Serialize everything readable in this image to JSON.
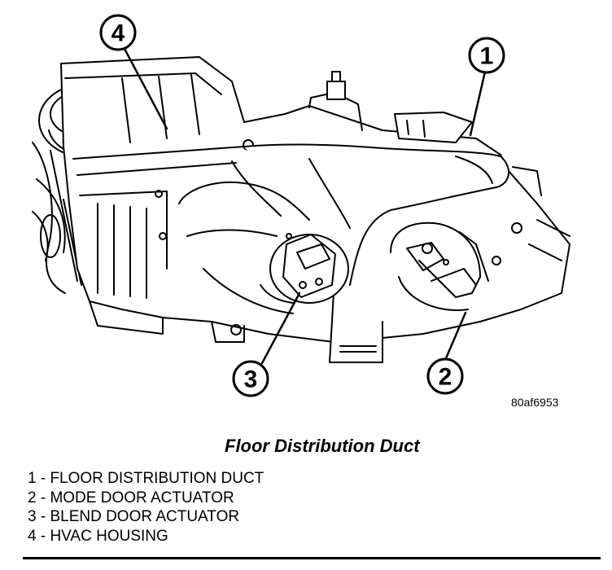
{
  "figure": {
    "id": "80af6953",
    "caption": "Floor Distribution Duct"
  },
  "callouts": [
    {
      "number": "1"
    },
    {
      "number": "2"
    },
    {
      "number": "3"
    },
    {
      "number": "4"
    }
  ],
  "legend": [
    {
      "text": "1 - FLOOR DISTRIBUTION DUCT"
    },
    {
      "text": "2 - MODE DOOR ACTUATOR"
    },
    {
      "text": "3 - BLEND DOOR ACTUATOR"
    },
    {
      "text": "4 - HVAC HOUSING"
    }
  ]
}
